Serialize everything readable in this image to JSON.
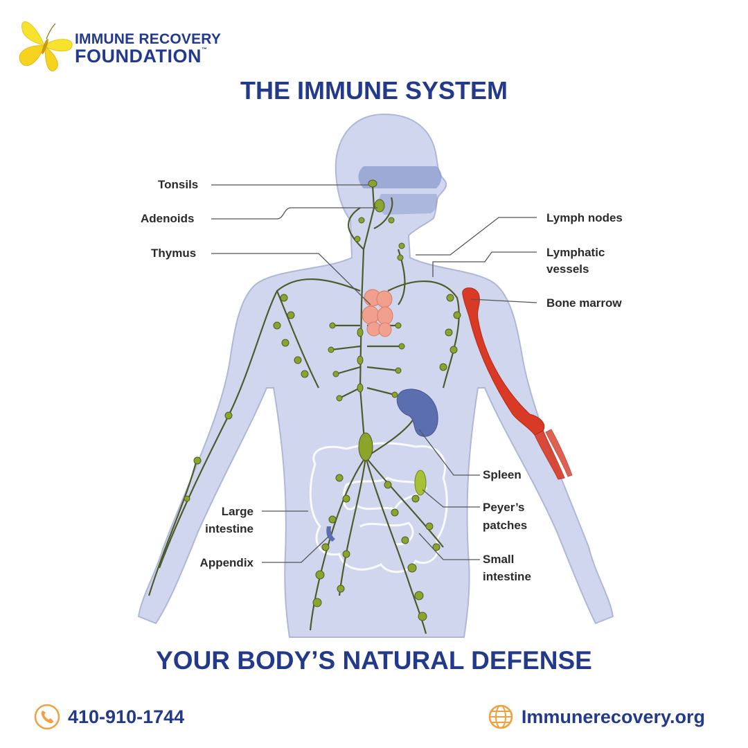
{
  "brand": {
    "line1": "IMMUNE RECOVERY",
    "line2": "FOUNDATION",
    "tm": "™",
    "icon": "butterfly-icon"
  },
  "title": "THE IMMUNE SYSTEM",
  "labels": {
    "tonsils": "Tonsils",
    "adenoids": "Adenoids",
    "thymus": "Thymus",
    "lymph_nodes": "Lymph nodes",
    "lymphatic_1": "Lymphatic",
    "lymphatic_2": "vessels",
    "bone_marrow": "Bone marrow",
    "spleen": "Spleen",
    "peyers_1": "Peyer’s",
    "peyers_2": "patches",
    "small_1": "Small",
    "small_2": "intestine",
    "large_1": "Large",
    "large_2": "intestine",
    "appendix": "Appendix"
  },
  "subtitle": "YOUR BODY’S NATURAL DEFENSE",
  "contact": {
    "phone": "410-910-1744",
    "phone_icon": "phone-icon",
    "website": "Immunerecovery.org",
    "website_icon": "globe-icon"
  },
  "colors": {
    "brand_blue": "#233a8c",
    "accent_orange": "#f0a03c",
    "body_fill": "#cfd6ee",
    "lymph_green": "#8aa52a",
    "vessel_dark": "#4e5a2c",
    "thymus_pink": "#f2a08e",
    "spleen_blue": "#5b6fb0",
    "bone_red": "#d93a26"
  }
}
